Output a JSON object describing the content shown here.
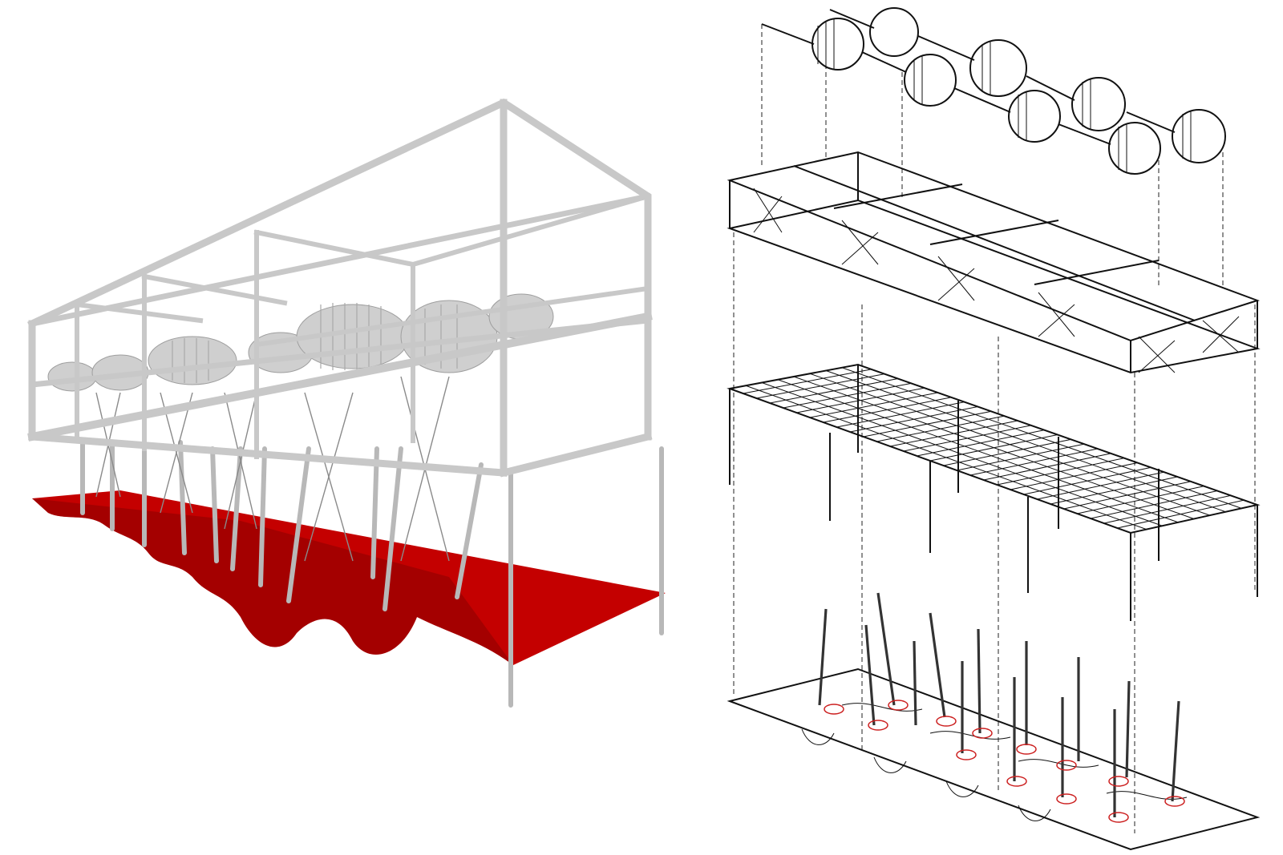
{
  "colors": {
    "background": "#ffffff",
    "frame_grey": "#c8c8c8",
    "wave_red": "#c40000",
    "wave_red_dark": "#8a0000",
    "line_black": "#111111",
    "swirl_red": "#cc2020"
  },
  "left_render": {
    "description_icon": "render-3d-icon"
  },
  "right_exploded": {
    "layers": [
      "turbine-generator-array",
      "truss-frame",
      "grid-deck",
      "pile-foundation-with-wave-surface"
    ]
  }
}
